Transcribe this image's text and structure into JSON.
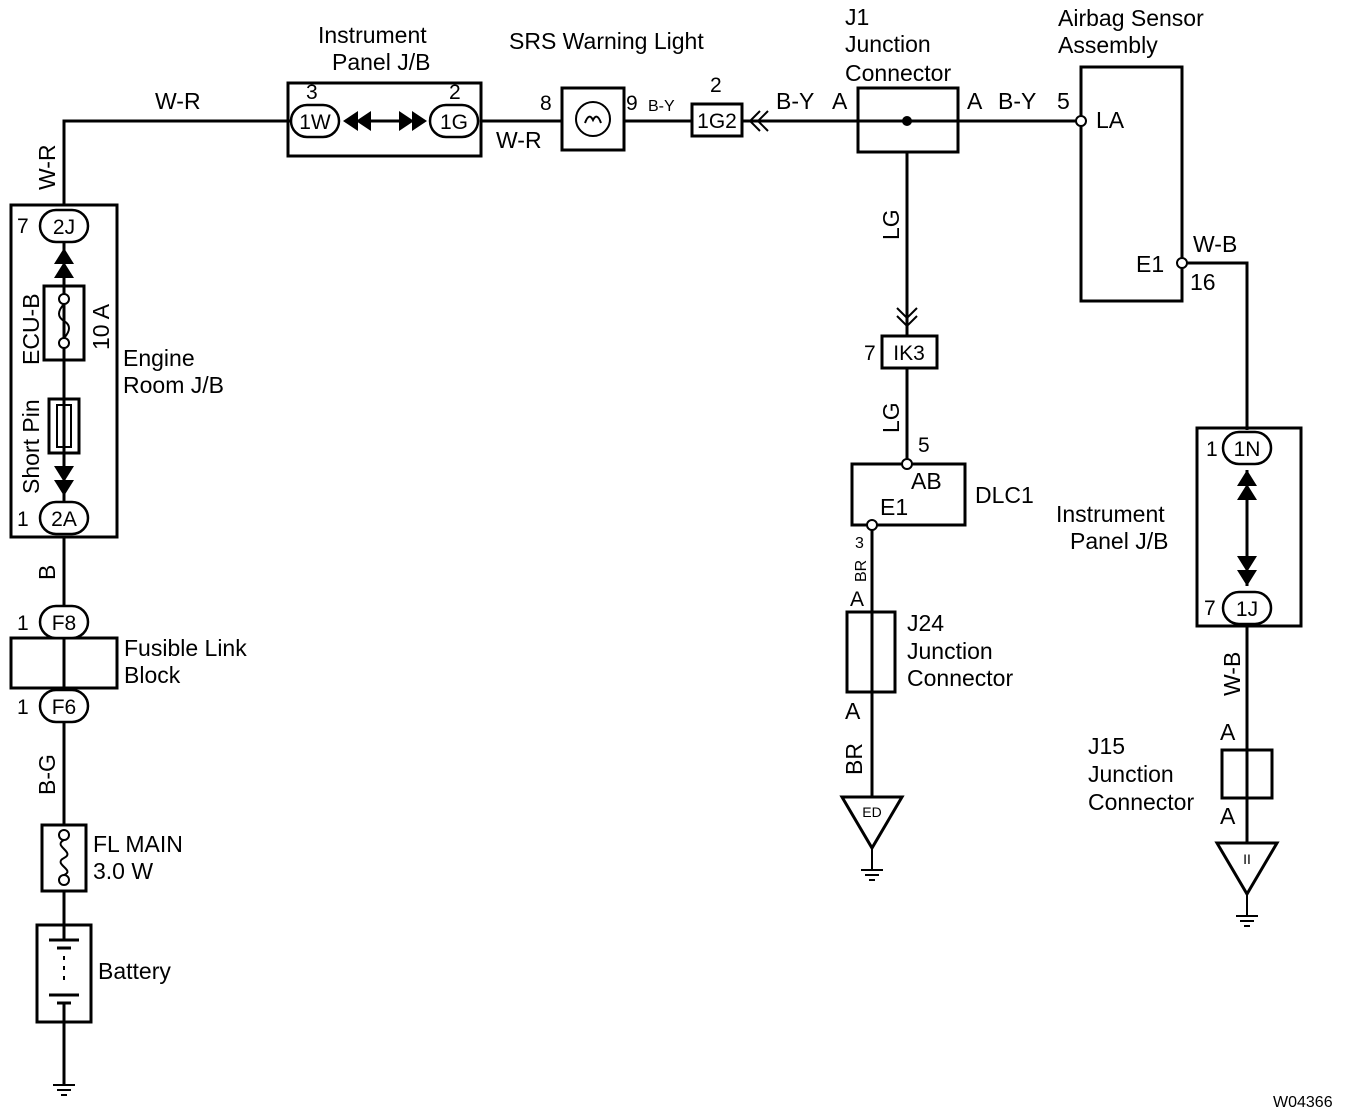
{
  "components": {
    "inst_jb_top": "Instrument Panel J/B",
    "srs_light": "SRS Warning Light",
    "j1": [
      "J1",
      "Junction",
      "Connector"
    ],
    "airbag": [
      "Airbag Sensor",
      "Assembly"
    ],
    "engine_jb": [
      "Engine",
      "Room J/B"
    ],
    "ecu_b": "ECU-B",
    "fuse_rating": "10 A",
    "short_pin": "Short Pin",
    "fusible_link": [
      "Fusible Link",
      "Block"
    ],
    "fl_main": [
      "FL MAIN",
      "3.0 W"
    ],
    "battery": "Battery",
    "dlc1": "DLC1",
    "j24": [
      "J24",
      "Junction",
      "Connector"
    ],
    "inst_jb_right": [
      "Instrument",
      "Panel J/B"
    ],
    "j15": [
      "J15",
      "Junction",
      "Connector"
    ]
  },
  "connectors": {
    "c1W": "1W",
    "c1G": "1G",
    "c1G2": "1G2",
    "c2J": "2J",
    "c2A": "2A",
    "cF8": "F8",
    "cF6": "F6",
    "cIK3": "IK3",
    "c1N": "1N",
    "c1J": "1J",
    "gED": "ED",
    "gII": "II"
  },
  "pins": {
    "p3": "3",
    "p2a": "2",
    "p8": "8",
    "p9": "9",
    "p2b": "2",
    "pA_j1_left": "A",
    "pA_j1_right": "A",
    "p5_airbag": "5",
    "pLA": "LA",
    "pE1_airbag": "E1",
    "p16": "16",
    "p7_2J": "7",
    "p1_2A": "1",
    "p1_F8": "1",
    "p1_F6": "1",
    "p7_IK3": "7",
    "p5_dlc": "5",
    "pAB": "AB",
    "pE1_dlc": "E1",
    "p3_dlc": "3",
    "pA_j24_top": "A",
    "pA_j24_bot": "A",
    "p1_1N": "1",
    "p7_1J": "7",
    "pA_j15_top": "A",
    "pA_j15_bot": "A"
  },
  "wires": {
    "wr_top": "W-R",
    "wr_mid": "W-R",
    "wr_vert": "W-R",
    "by1": "B-Y",
    "by2": "B-Y",
    "by3": "B-Y",
    "lg1": "LG",
    "lg2": "LG",
    "wb1": "W-B",
    "wb2": "W-B",
    "b": "B",
    "bg": "B-G",
    "br1": "BR",
    "br2": "BR"
  },
  "figure_code": "W04366"
}
